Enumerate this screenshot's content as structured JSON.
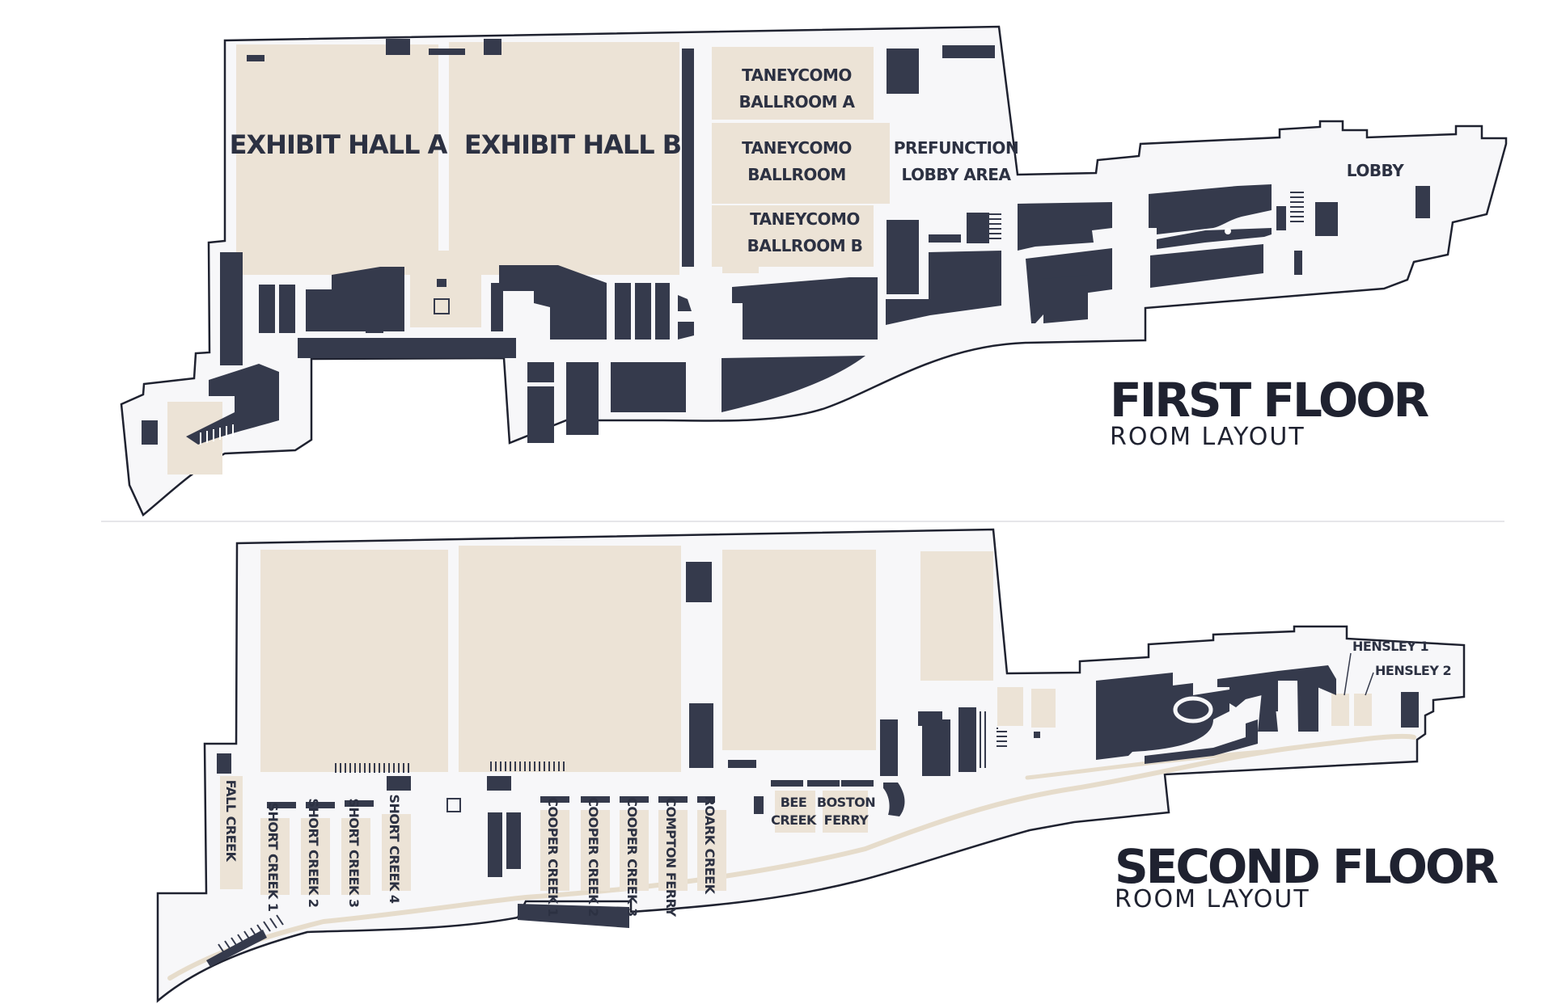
{
  "colors": {
    "outline": "#1f2230",
    "floor": "#f7f7f9",
    "room": "#ece3d6",
    "block": "#353a4c",
    "divider": "#e6e6ea"
  },
  "first_floor": {
    "title": "FIRST FLOOR",
    "subtitle": "ROOM LAYOUT",
    "rooms": {
      "exhibit_hall_a": "EXHIBIT HALL A",
      "exhibit_hall_b": "EXHIBIT HALL B",
      "ballroom_a_l1": "TANEYCOMO",
      "ballroom_a_l2": "BALLROOM A",
      "ballroom_l1": "TANEYCOMO",
      "ballroom_l2": "BALLROOM",
      "ballroom_b_l1": "TANEYCOMO",
      "ballroom_b_l2": "BALLROOM B",
      "prefunction_l1": "PREFUNCTION",
      "prefunction_l2": "LOBBY AREA",
      "lobby": "LOBBY"
    }
  },
  "second_floor": {
    "title": "SECOND FLOOR",
    "subtitle": "ROOM LAYOUT",
    "rooms": {
      "fall_creek": "FALL CREEK",
      "short_creek_1": "SHORT CREEK 1",
      "short_creek_2": "SHORT CREEK 2",
      "short_creek_3": "SHORT CREEK 3",
      "short_creek_4": "SHORT CREEK 4",
      "cooper_creek_1": "COOPER CREEK 1",
      "cooper_creek_2": "COOPER CREEK 2",
      "cooper_creek_3": "COOPER CREEK 3",
      "compton_ferry": "COMPTON FERRY",
      "roark_creek": "ROARK CREEK",
      "bee_creek_l1": "BEE",
      "bee_creek_l2": "CREEK",
      "boston_ferry_l1": "BOSTON",
      "boston_ferry_l2": "FERRY",
      "hensley_1": "HENSLEY 1",
      "hensley_2": "HENSLEY 2"
    }
  }
}
